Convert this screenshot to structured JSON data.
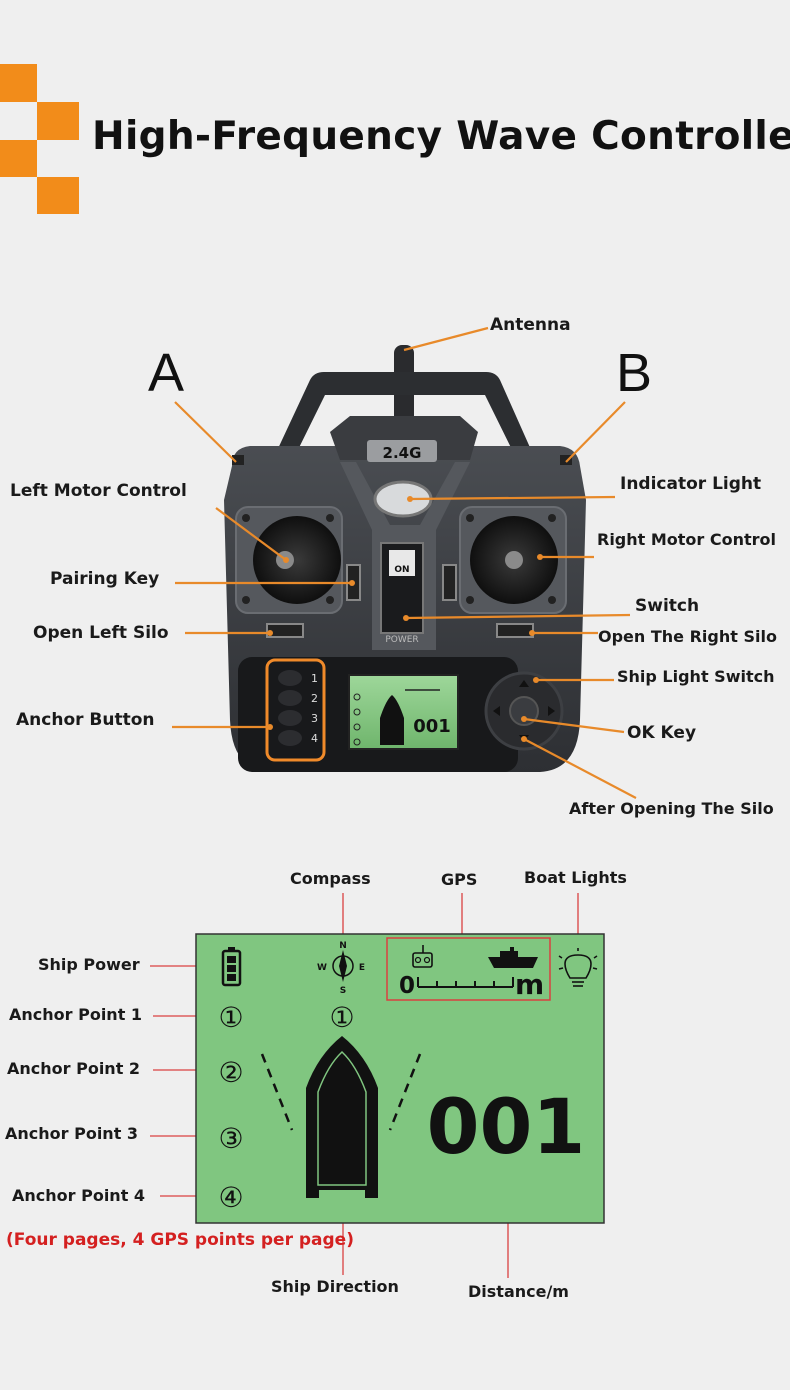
{
  "title": "High-Frequency Wave Controller",
  "controller": {
    "band_label": "2.4G",
    "switch_on": "ON",
    "power_label": "POWER",
    "side_a": "A",
    "side_b": "B",
    "anchor_numbers": [
      "1",
      "2",
      "3",
      "4"
    ],
    "mini_screen_value": "001"
  },
  "controller_labels": {
    "antenna": "Antenna",
    "left_motor": "Left Motor Control",
    "pairing_key": "Pairing Key",
    "open_left_silo": "Open Left Silo",
    "anchor_button": "Anchor Button",
    "indicator_light": "Indicator Light",
    "right_motor": "Right Motor Control",
    "switch": "Switch",
    "open_right_silo": "Open The Right Silo",
    "ship_light_switch": "Ship Light Switch",
    "ok_key": "OK Key",
    "after_opening_silo": "After Opening The Silo"
  },
  "screen_labels": {
    "compass": "Compass",
    "gps": "GPS",
    "boat_lights": "Boat Lights",
    "ship_power": "Ship Power",
    "anchor_point_1": "Anchor Point 1",
    "anchor_point_2": "Anchor Point 2",
    "anchor_point_3": "Anchor Point 3",
    "anchor_point_4": "Anchor Point 4",
    "ship_direction": "Ship Direction",
    "distance": "Distance/m",
    "note": "(Four pages, 4 GPS points per page)"
  },
  "screen": {
    "distance_value": "001",
    "gps_zero": "0",
    "gps_unit": "m",
    "compass_n": "N",
    "compass_s": "S",
    "compass_w": "W",
    "compass_e": "E",
    "anchor_marks": [
      "①",
      "②",
      "③",
      "④"
    ],
    "top_anchor_mark": "①"
  },
  "colors": {
    "accent": "#f28c1a",
    "leader_orange": "#e88a2a",
    "leader_red": "#d94040",
    "lcd_green": "#7fc47f",
    "note_red": "#d42020"
  }
}
